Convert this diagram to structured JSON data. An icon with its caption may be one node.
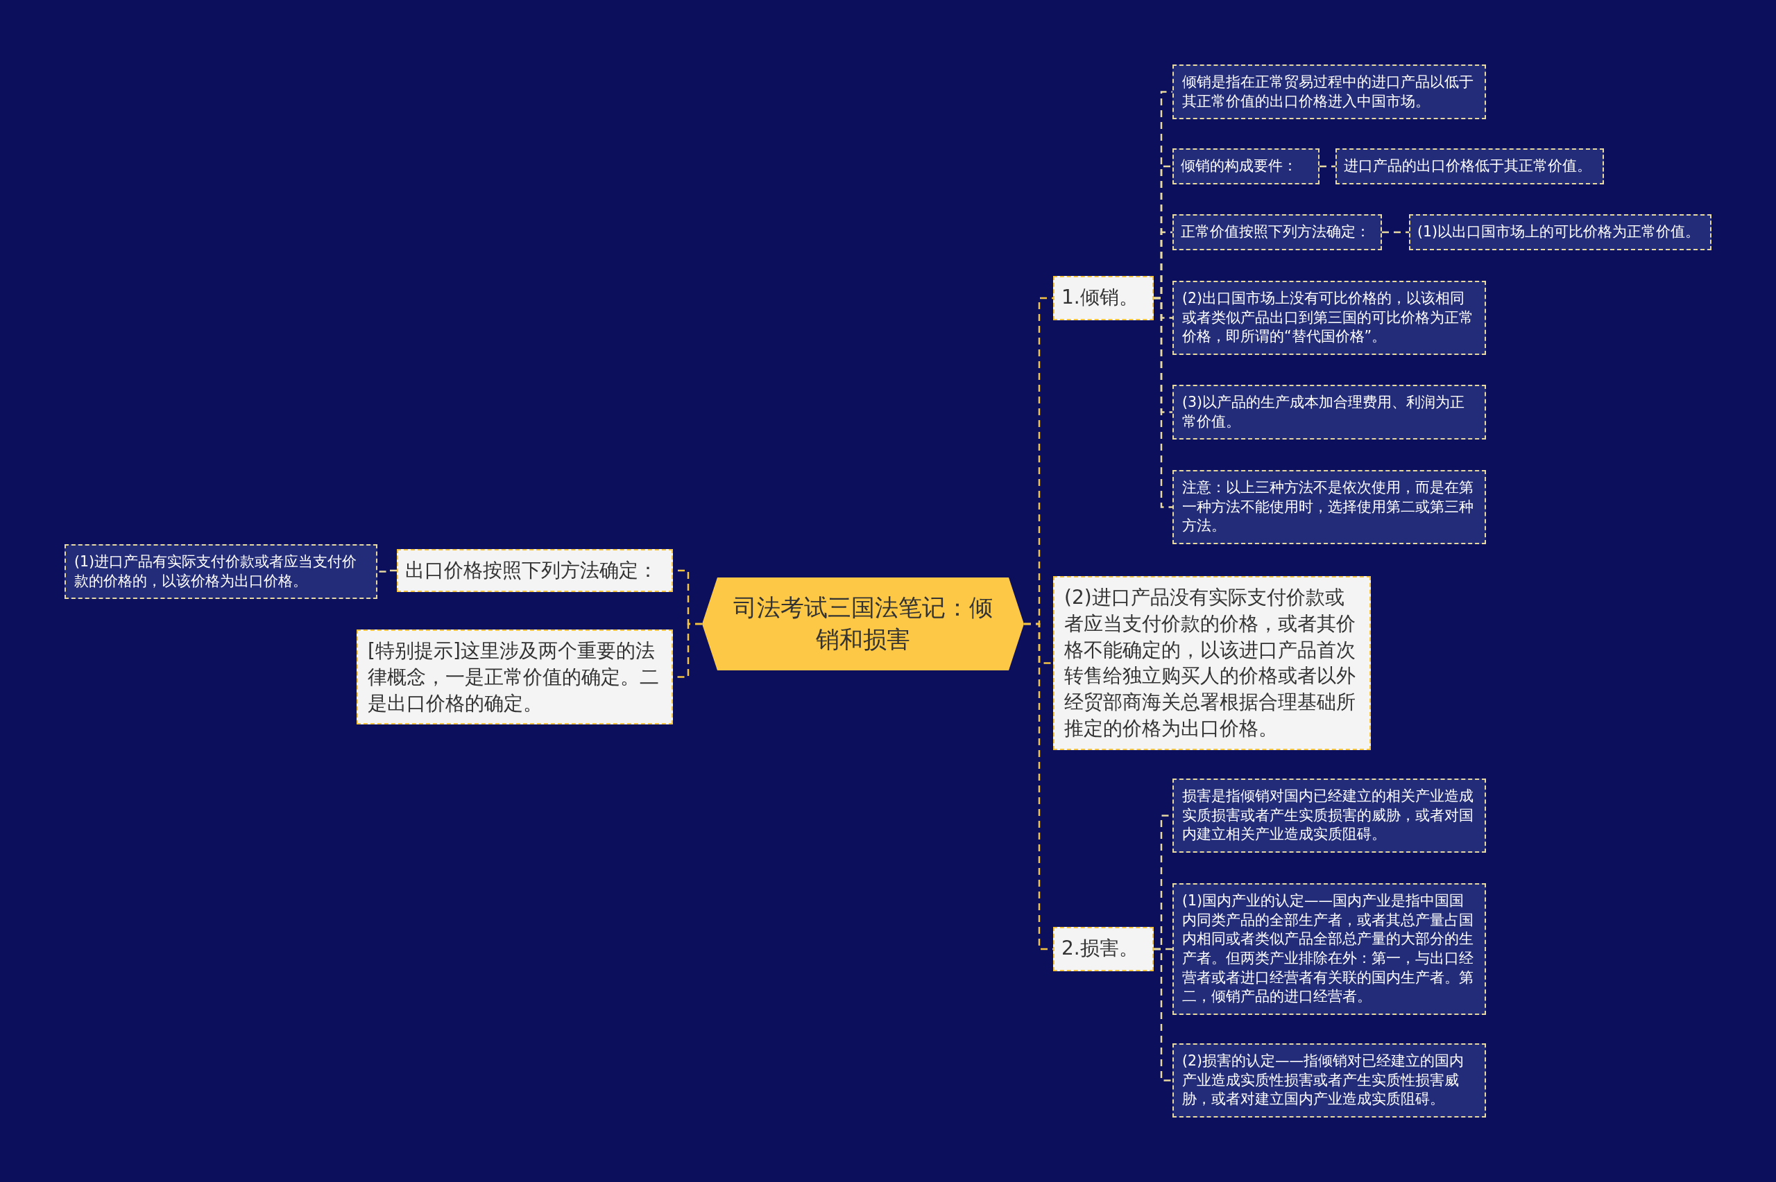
{
  "diagram": {
    "nodes": [
      {
        "text": [
          "司法考试三国法笔记：倾销和损害"
        ]
      },
      {
        "text": [
          "1.倾销。"
        ]
      },
      {
        "text": [
          "倾销是指在正常贸易过程中的进口产品以低于其正常价值的出口价格进入中国市场。"
        ]
      },
      {
        "text": [
          "倾销的构成要件："
        ]
      },
      {
        "text": [
          "进口产品的出口价格低于其正常价值。"
        ]
      },
      {
        "text": [
          "正常价值按照下列方法确定："
        ]
      },
      {
        "text": [
          "(1)以出口国市场上的可比价格为正常价值。"
        ]
      },
      {
        "text": [
          "(2)出口国市场上没有可比价格的，以该相同或者类似产品出口到第三国的可比价格为正常价格，即所谓的“替代国价格”。"
        ]
      },
      {
        "text": [
          "(3)以产品的生产成本加合理费用、利润为正常价值。"
        ]
      },
      {
        "text": [
          "注意：以上三种方法不是依次使用，而是在第一种方法不能使用时，选择使用第二或第三种方法。"
        ]
      },
      {
        "text": [
          "(2)进口产品没有实际支付价款或者应当支付价款的价格，或者其价格不能确定的，以该进口产品首次转售给独立购买人的价格或者以外经贸部商海关总署根据合理基础所推定的价格为出口价格。"
        ]
      },
      {
        "text": [
          "2.损害。"
        ]
      },
      {
        "text": [
          "损害是指倾销对国内已经建立的相关产业造成实质损害或者产生实质损害的威胁，或者对国内建立相关产业造成实质阻碍。"
        ]
      },
      {
        "text": [
          "(1)国内产业的认定——国内产业是指中国国内同类产品的全部生产者，或者其总产量占国内相同或者类似产品全部总产量的大部分的生产者。但两类产业排除在外：第一，与出口经营者或者进口经营者有关联的国内生产者。第二，倾销产品的进口经营者。"
        ]
      },
      {
        "text": [
          "(2)损害的认定——指倾销对已经建立的国内产业造成实质性损害或者产生实质性损害威胁，或者对建立国内产业造成实质阻碍。"
        ]
      },
      {
        "text": [
          "出口价格按照下列方法确定："
        ]
      },
      {
        "text": [
          "(1)进口产品有实际支付价款或者应当支付价款的价格的，以该价格为出口价格。"
        ]
      },
      {
        "text": [
          "[特别提示]这里涉及两个重要的法律概念，一是正常价值的确定。二是出口价格的确定。"
        ]
      }
    ],
    "edges": [
      {
        "from": 0,
        "to": 1,
        "arrow": "none",
        "style": "dashed",
        "color": "#f5c542"
      },
      {
        "from": 1,
        "to": 2,
        "arrow": "none",
        "style": "dashed"
      },
      {
        "from": 1,
        "to": 3,
        "arrow": "none",
        "style": "dashed"
      },
      {
        "from": 3,
        "to": 4,
        "arrow": "none",
        "style": "dashed"
      },
      {
        "from": 1,
        "to": 5,
        "arrow": "none",
        "style": "dashed"
      },
      {
        "from": 5,
        "to": 6,
        "arrow": "none",
        "style": "dashed"
      },
      {
        "from": 1,
        "to": 7,
        "arrow": "none",
        "style": "dashed"
      },
      {
        "from": 1,
        "to": 8,
        "arrow": "none",
        "style": "dashed"
      },
      {
        "from": 1,
        "to": 9,
        "arrow": "none",
        "style": "dashed"
      },
      {
        "from": 0,
        "to": 10,
        "arrow": "none",
        "style": "dashed",
        "color": "#f5c542"
      },
      {
        "from": 0,
        "to": 11,
        "arrow": "none",
        "style": "dashed",
        "color": "#f5c542"
      },
      {
        "from": 11,
        "to": 12,
        "arrow": "none",
        "style": "dashed"
      },
      {
        "from": 11,
        "to": 13,
        "arrow": "none",
        "style": "dashed"
      },
      {
        "from": 11,
        "to": 14,
        "arrow": "none",
        "style": "dashed"
      },
      {
        "from": 0,
        "to": 15,
        "arrow": "none",
        "style": "dashed",
        "color": "#f5c542"
      },
      {
        "from": 15,
        "to": 16,
        "arrow": "none",
        "style": "dashed"
      },
      {
        "from": 0,
        "to": 17,
        "arrow": "none",
        "style": "dashed",
        "color": "#f5c542"
      }
    ]
  }
}
